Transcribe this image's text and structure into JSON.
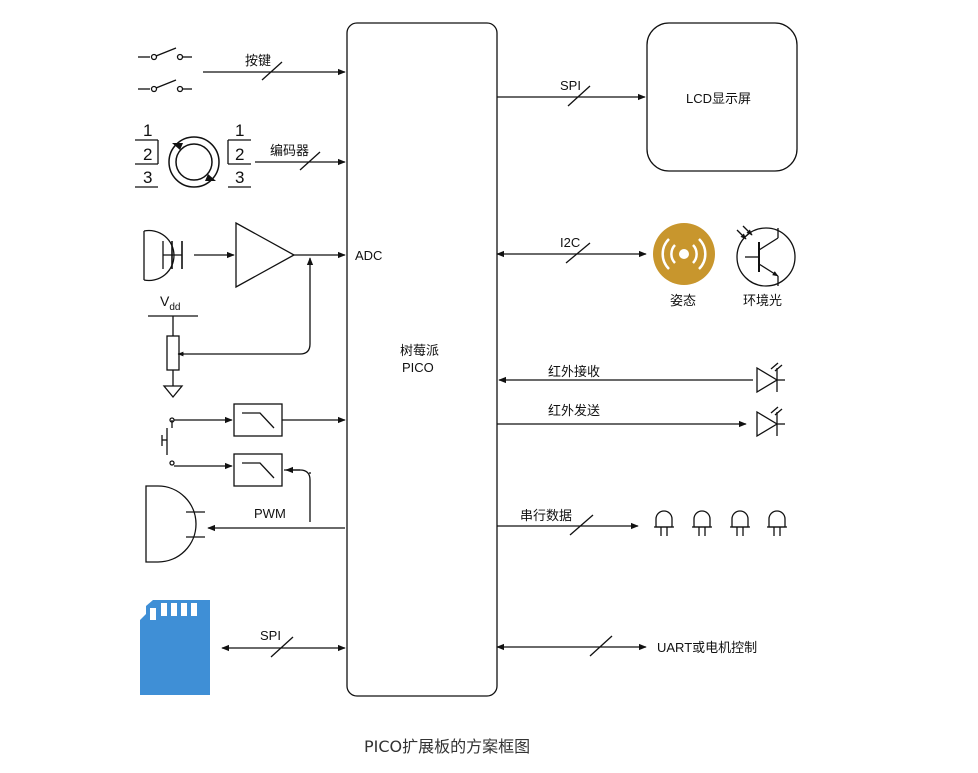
{
  "center": {
    "name": "树莓派",
    "sub": "PICO",
    "adc": "ADC"
  },
  "inputs": {
    "keys": "按键",
    "encoder": "编码器",
    "encoder_nums": [
      "1",
      "2",
      "3"
    ],
    "vdd_main": "V",
    "vdd_sub": "dd",
    "pwm": "PWM",
    "spi_sd": "SPI"
  },
  "outputs": {
    "spi_lcd": "SPI",
    "lcd": "LCD显示屏",
    "i2c": "I2C",
    "posture": "姿态",
    "ambient": "环境光",
    "ir_rx": "红外接收",
    "ir_tx": "红外发送",
    "serial": "串行数据",
    "uart": "UART或电机控制"
  },
  "caption": "PICO扩展板的方案框图",
  "colors": {
    "line": "#111111",
    "gold": "#c8962d",
    "sd_blue": "#3f8fd6"
  }
}
